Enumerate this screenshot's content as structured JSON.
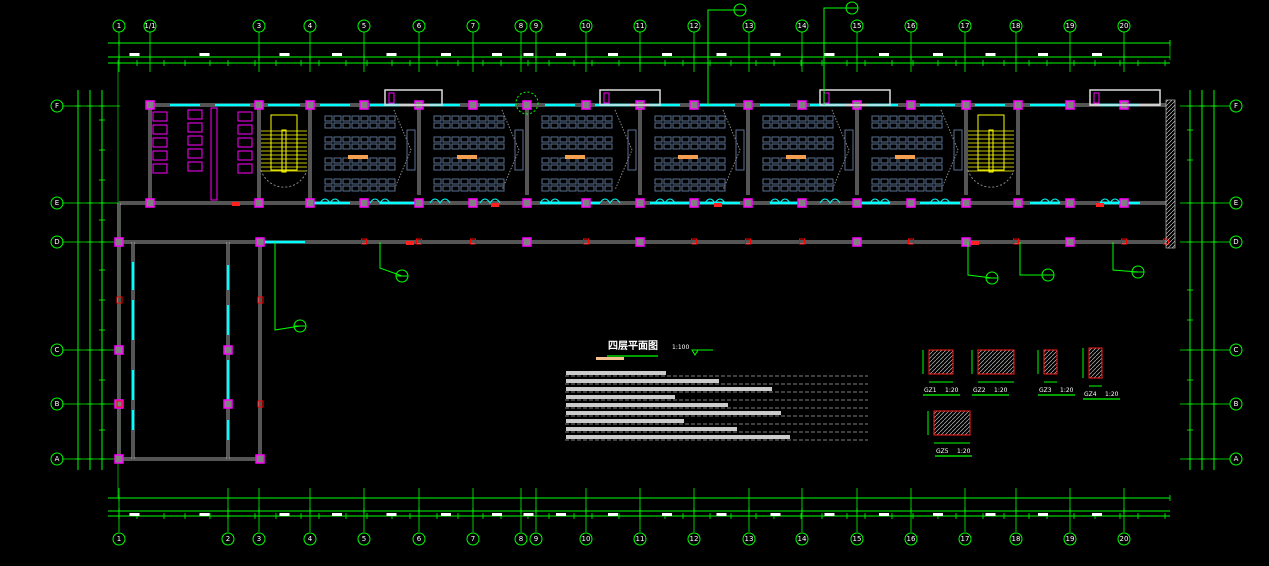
{
  "drawing": {
    "title": "四层平面图",
    "scale": "1:100",
    "top_axes": [
      "1",
      "1/1",
      "3",
      "4",
      "5",
      "6",
      "7",
      "8",
      "9",
      "10",
      "11",
      "12",
      "13",
      "14",
      "15",
      "16",
      "17",
      "18",
      "19",
      "20"
    ],
    "bottom_axes": [
      "1",
      "2",
      "3",
      "4",
      "5",
      "6",
      "7",
      "8",
      "9",
      "10",
      "11",
      "12",
      "13",
      "14",
      "15",
      "16",
      "17",
      "18",
      "19",
      "20"
    ],
    "row_axes": [
      "F",
      "E",
      "D",
      "C",
      "B",
      "A"
    ],
    "details": [
      {
        "label": "GZ1",
        "scale": "1:20"
      },
      {
        "label": "GZ2",
        "scale": "1:20"
      },
      {
        "label": "GZ3",
        "scale": "1:20"
      },
      {
        "label": "GZ4",
        "scale": "1:20"
      },
      {
        "label": "GZ5",
        "scale": "1:20"
      }
    ]
  },
  "colors": {
    "axis": "#00ff00",
    "wall": "#c8c8c8",
    "window": "#00ffff",
    "column": "#ff00ff",
    "stair": "#ffff00",
    "desk": "#5a7090",
    "tag": "#ff0000"
  }
}
